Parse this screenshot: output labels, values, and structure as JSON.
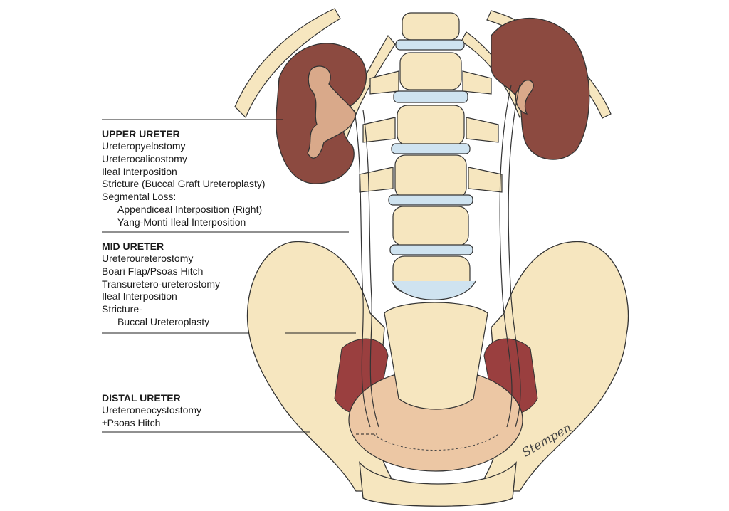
{
  "sections": {
    "upper": {
      "title": "UPPER URETER",
      "items": [
        "Ureteropyelostomy",
        "Ureterocalicostomy",
        "Ileal Interposition",
        "Stricture (Buccal Graft Ureteroplasty)",
        "Segmental Loss:",
        "Appendiceal Interposition (Right)",
        "Yang-Monti Ileal Interposition"
      ]
    },
    "mid": {
      "title": "MID URETER",
      "items": [
        "Ureteroureterostomy",
        "Boari Flap/Psoas Hitch",
        "Transuretero-ureterostomy",
        "Ileal Interposition",
        "Stricture-",
        "Buccal Ureteroplasty"
      ]
    },
    "distal": {
      "title": "DISTAL URETER",
      "items": [
        "Ureteroneocystostomy",
        "±Psoas Hitch"
      ]
    }
  },
  "signature": "Stempen",
  "colors": {
    "bone": "#f6e6bf",
    "kidney": "#8c4a40",
    "muscle": "#9a3f3f",
    "bladder": "#ecc7a4",
    "disc": "#cfe3f0",
    "outline": "#333333"
  }
}
